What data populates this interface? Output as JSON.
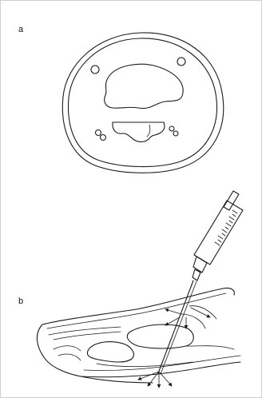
{
  "figure": {
    "panels": [
      {
        "label": "a",
        "content": "cross-section-illustration"
      },
      {
        "label": "b",
        "content": "syringe-injection-illustration"
      }
    ],
    "colors": {
      "ink": "#1a1a1a",
      "background": "#ffffff",
      "border": "#cfcfcf"
    }
  }
}
